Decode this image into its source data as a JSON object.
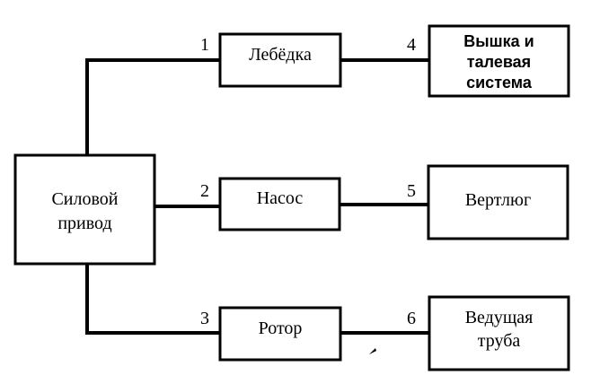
{
  "diagram": {
    "source": {
      "line1": "Силовой",
      "line2": "привод"
    },
    "middle": {
      "winch": "Лебёдка",
      "pump": "Насос",
      "rotor": "Ротор"
    },
    "right": {
      "tower": {
        "line1": "Вышка и",
        "line2": "талевая",
        "line3": "система"
      },
      "swivel": "Вертлюг",
      "kelly": {
        "line1": "Ведущая",
        "line2": "труба"
      }
    },
    "labels": {
      "n1": "1",
      "n2": "2",
      "n3": "3",
      "n4": "4",
      "n5": "5",
      "n6": "6"
    }
  }
}
